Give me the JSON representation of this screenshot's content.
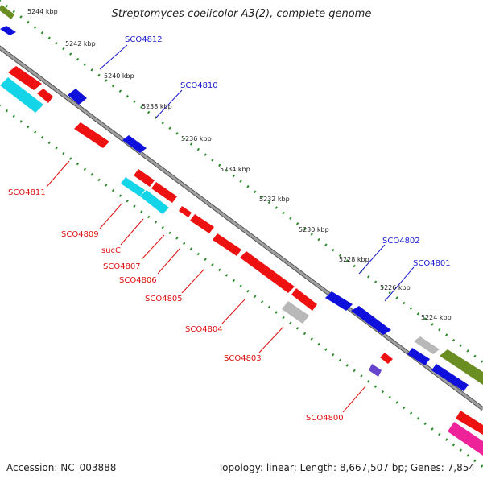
{
  "header": {
    "title": "Streptomyces coelicolor A3(2), complete genome"
  },
  "footer": {
    "accession": "Accession: NC_003888",
    "summary": "Topology: linear; Length: 8,667,507 bp; Genes: 7,854"
  },
  "colors": {
    "background": "#ffffff",
    "backbone": "#8a8a8a",
    "tick": "#2e8b2e",
    "label_forward": "#1a1acc",
    "label_reverse": "#dd1111"
  },
  "scale_labels": [
    "5244 kbp",
    "5242 kbp",
    "5240 kbp",
    "5238 kbp",
    "5236 kbp",
    "5234 kbp",
    "5232 kbp",
    "5230 kbp",
    "5228 kbp",
    "5226 kbp",
    "5224 kbp"
  ],
  "gene_labels": {
    "forward": [
      "SCO4812",
      "SCO4810",
      "SCO4802",
      "SCO4801"
    ],
    "reverse": [
      "SCO4811",
      "SCO4809",
      "sucC",
      "SCO4807",
      "SCO4806",
      "SCO4805",
      "SCO4804",
      "SCO4803",
      "SCO4800"
    ]
  }
}
